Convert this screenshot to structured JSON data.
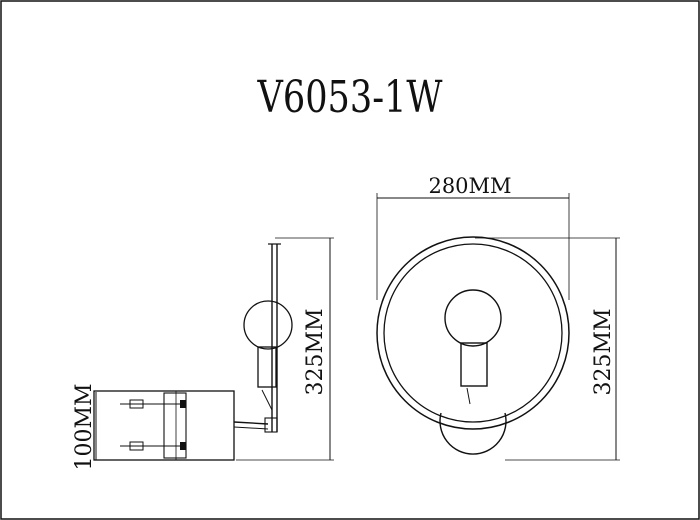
{
  "title": "V6053-1W",
  "side_view": {
    "height_label": "325MM",
    "depth_label": "100MM"
  },
  "front_view": {
    "width_label": "280MM",
    "height_label": "325MM"
  }
}
